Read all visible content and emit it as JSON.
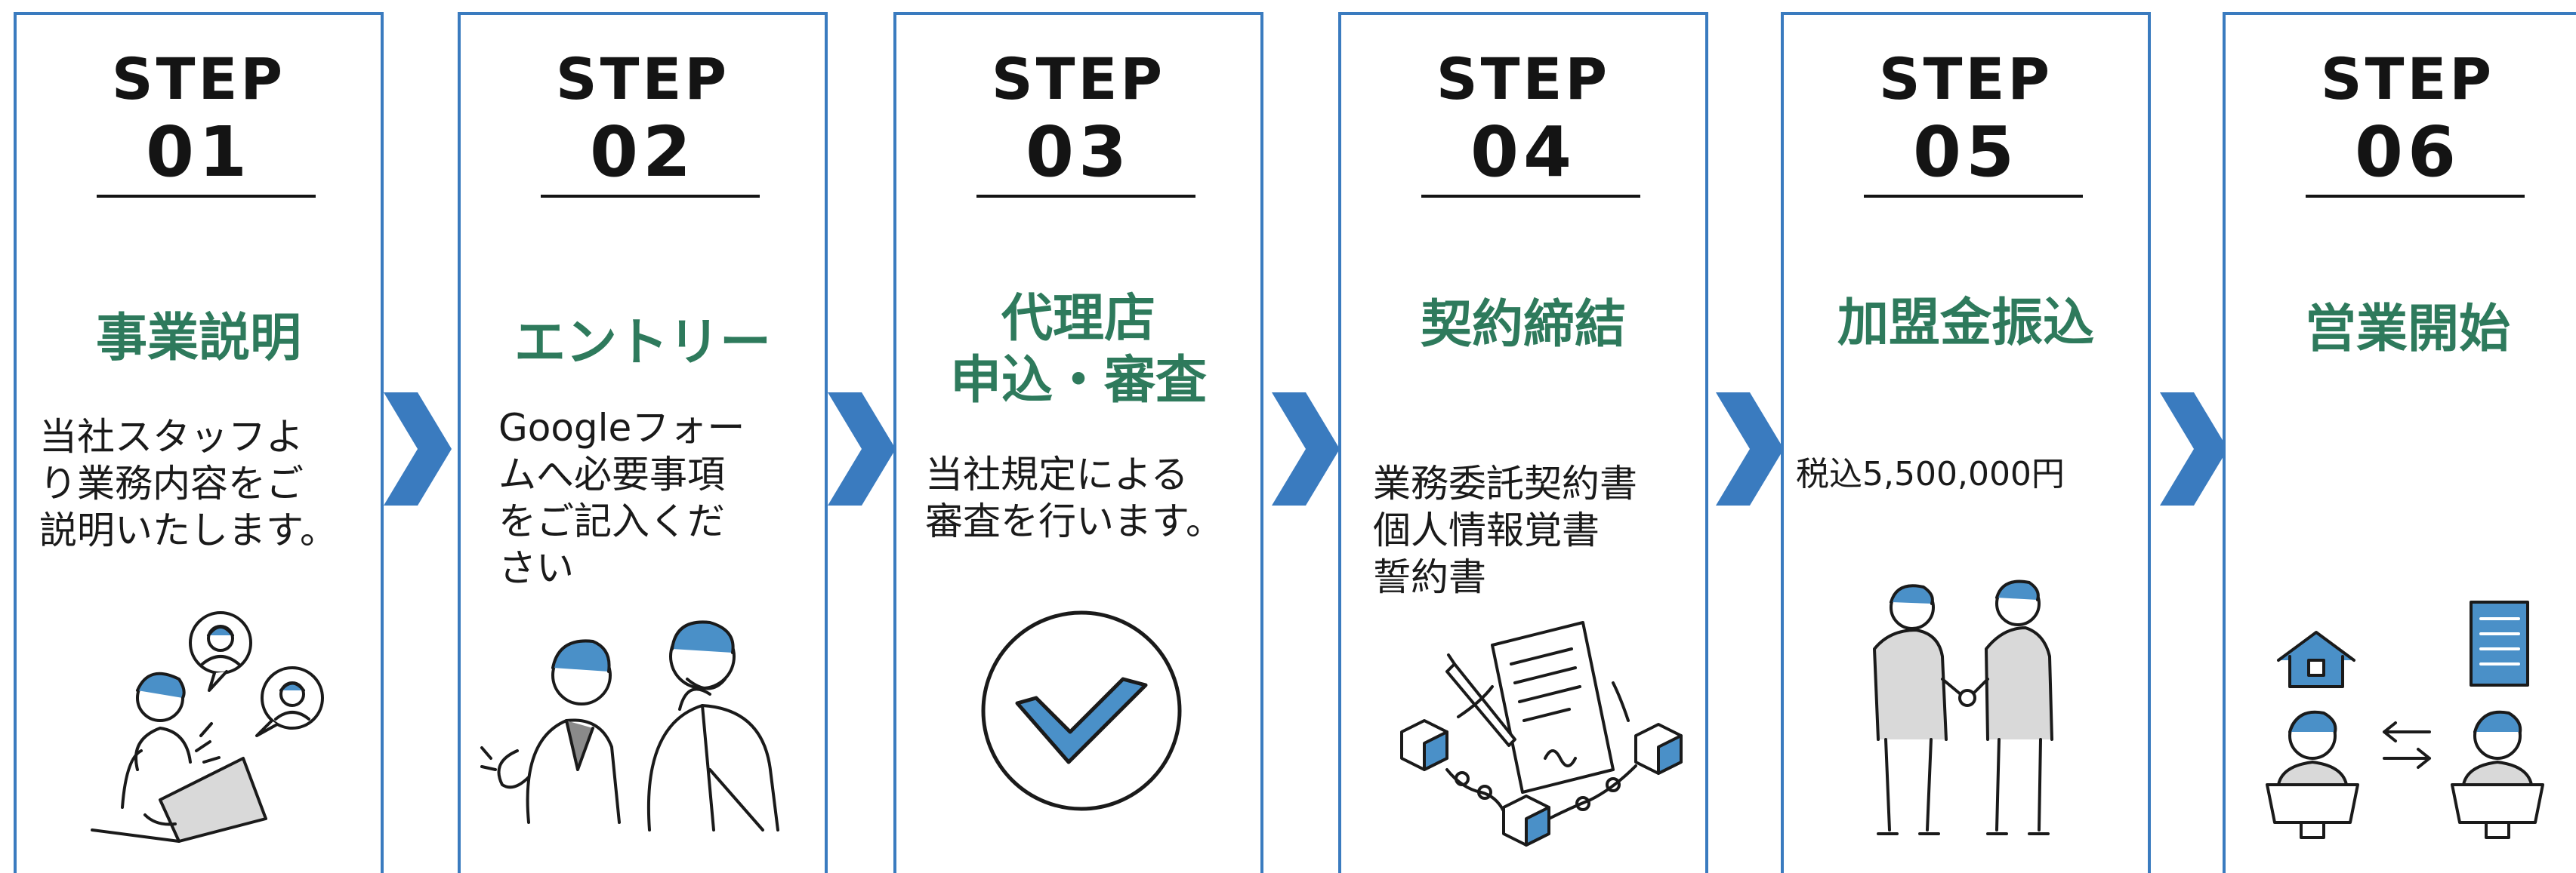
{
  "steps": [
    {
      "label": "STEP",
      "number": "01",
      "title_lines": [
        "事業説明"
      ],
      "desc_lines": [
        "当社スタッフよ",
        "り業務内容をご",
        "説明いたします。"
      ]
    },
    {
      "label": "STEP",
      "number": "02",
      "title_lines": [
        "エントリー"
      ],
      "desc_lines": [
        "Googleフォー",
        "ムへ必要事項",
        "をご記入くだ",
        "さい"
      ]
    },
    {
      "label": "STEP",
      "number": "03",
      "title_lines": [
        "代理店",
        "申込・審査"
      ],
      "desc_lines": [
        "当社規定による",
        "審査を行います。"
      ]
    },
    {
      "label": "STEP",
      "number": "04",
      "title_lines": [
        "契約締結"
      ],
      "desc_lines": [
        "業務委託契約書",
        "個人情報覚書",
        "誓約書"
      ]
    },
    {
      "label": "STEP",
      "number": "05",
      "title_lines": [
        "加盟金振込"
      ],
      "desc_lines": [
        "税込5,500,000円"
      ]
    },
    {
      "label": "STEP",
      "number": "06",
      "title_lines": [
        "営業開始"
      ],
      "desc_lines": []
    }
  ],
  "colors": {
    "border": "#3A7BBF",
    "chevron": "#3A7BBF",
    "title": "#2E7A5C",
    "illustration_accent": "#4A90C8"
  },
  "icons": [
    "meeting-illustration",
    "discussion-illustration",
    "check-icon",
    "contract-illustration",
    "handshake-illustration",
    "house-icon",
    "server-icon",
    "exchange-arrows-icon"
  ]
}
